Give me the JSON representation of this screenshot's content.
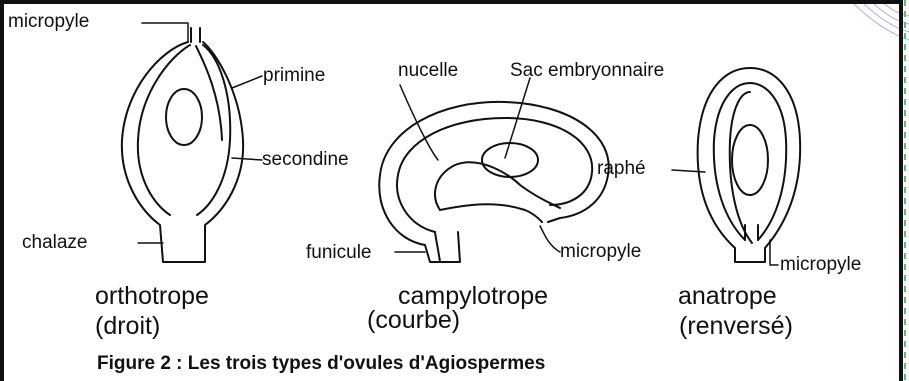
{
  "labels": {
    "micropyle_top": "micropyle",
    "primine": "primine",
    "nucelle": "nucelle",
    "sac_embryonnaire": "Sac embryonnaire",
    "secondine": "secondine",
    "raphe": "raphé",
    "chalaze": "chalaze",
    "funicule": "funicule",
    "micropyle_mid": "micropyle",
    "micropyle_right": "micropyle"
  },
  "types": {
    "orthotrope": "orthotrope",
    "orthotrope_sub": "(droit)",
    "campylotrope": "campylotrope",
    "campylotrope_sub": "(courbe)",
    "anatrope": "anatrope",
    "anatrope_sub": "(renversé)"
  },
  "caption": "Figure 2 : Les trois types d'ovules d'Agiospermes",
  "colors": {
    "border": "#111111",
    "deco_hatch": "#b9a9e0",
    "deco_green": "#57c06a"
  }
}
